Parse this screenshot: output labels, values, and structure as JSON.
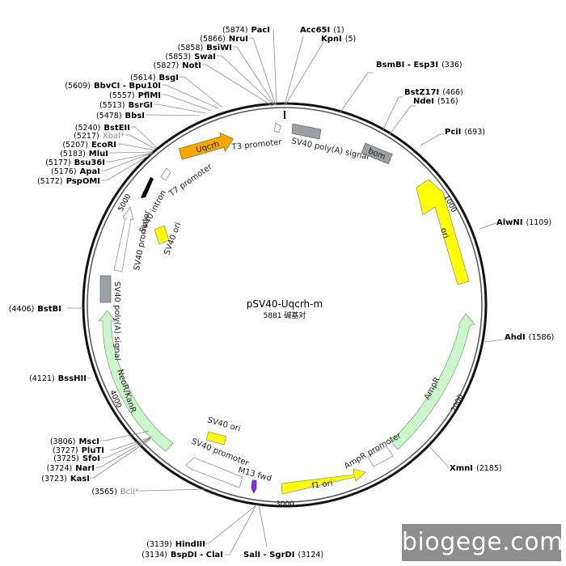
{
  "plasmid": {
    "name": "pSV40-Uqcrh-m",
    "size_label": "5881 碱基对",
    "total_bp": 5881
  },
  "enzymes": [
    {
      "name": "Acc65I",
      "pos": "(1)",
      "bp": 1,
      "side": "right"
    },
    {
      "name": "KpnI",
      "pos": "(5)",
      "bp": 5,
      "side": "right"
    },
    {
      "name": "BsmBI - Esp3I",
      "pos": "(336)",
      "bp": 336,
      "side": "right"
    },
    {
      "name": "BstZ17I",
      "pos": "(466)",
      "bp": 466,
      "side": "right"
    },
    {
      "name": "NdeI",
      "pos": "(516)",
      "bp": 516,
      "side": "right"
    },
    {
      "name": "PciI",
      "pos": "(693)",
      "bp": 693,
      "side": "right"
    },
    {
      "name": "AlwNI",
      "pos": "(1109)",
      "bp": 1109,
      "side": "right"
    },
    {
      "name": "AhdI",
      "pos": "(1586)",
      "bp": 1586,
      "side": "right"
    },
    {
      "name": "XmnI",
      "pos": "(2185)",
      "bp": 2185,
      "side": "right"
    },
    {
      "name": "SalI - SgrDI",
      "pos": "(3124)",
      "bp": 3124,
      "side": "right"
    },
    {
      "name": "HindIII",
      "pos": "(3139)",
      "bp": 3139,
      "side": "left"
    },
    {
      "name": "BspDI - ClaI",
      "pos": "(3134)",
      "bp": 3134,
      "side": "left"
    },
    {
      "name": "BclI*",
      "pos": "(3565)",
      "bp": 3565,
      "side": "left",
      "muted": true
    },
    {
      "name": "KasI",
      "pos": "(3723)",
      "bp": 3723,
      "side": "left"
    },
    {
      "name": "NarI",
      "pos": "(3724)",
      "bp": 3724,
      "side": "left"
    },
    {
      "name": "SfoI",
      "pos": "(3725)",
      "bp": 3725,
      "side": "left"
    },
    {
      "name": "PluTI",
      "pos": "(3727)",
      "bp": 3727,
      "side": "left"
    },
    {
      "name": "MscI",
      "pos": "(3806)",
      "bp": 3806,
      "side": "left"
    },
    {
      "name": "BssHII",
      "pos": "(4121)",
      "bp": 4121,
      "side": "left"
    },
    {
      "name": "BstBI",
      "pos": "(4406)",
      "bp": 4406,
      "side": "left"
    },
    {
      "name": "PspOMI",
      "pos": "(5172)",
      "bp": 5172,
      "side": "left"
    },
    {
      "name": "ApaI",
      "pos": "(5176)",
      "bp": 5176,
      "side": "left"
    },
    {
      "name": "Bsu36I",
      "pos": "(5177)",
      "bp": 5177,
      "side": "left"
    },
    {
      "name": "MluI",
      "pos": "(5183)",
      "bp": 5183,
      "side": "left"
    },
    {
      "name": "EcoRI",
      "pos": "(5207)",
      "bp": 5207,
      "side": "left"
    },
    {
      "name": "XbaI*",
      "pos": "(5217)",
      "bp": 5217,
      "side": "left",
      "muted": true
    },
    {
      "name": "BstEII",
      "pos": "(5240)",
      "bp": 5240,
      "side": "left"
    },
    {
      "name": "BbsI",
      "pos": "(5478)",
      "bp": 5478,
      "side": "left"
    },
    {
      "name": "BsrGI",
      "pos": "(5513)",
      "bp": 5513,
      "side": "left"
    },
    {
      "name": "PflMI",
      "pos": "(5557)",
      "bp": 5557,
      "side": "left"
    },
    {
      "name": "BbvCI - Bpu10I",
      "pos": "(5609)",
      "bp": 5609,
      "side": "left"
    },
    {
      "name": "BsgI",
      "pos": "(5614)",
      "bp": 5614,
      "side": "left"
    },
    {
      "name": "NotI",
      "pos": "(5827)",
      "bp": 5827,
      "side": "left"
    },
    {
      "name": "SwaI",
      "pos": "(5853)",
      "bp": 5853,
      "side": "left"
    },
    {
      "name": "BsiWI",
      "pos": "(5858)",
      "bp": 5858,
      "side": "left"
    },
    {
      "name": "NruI",
      "pos": "(5866)",
      "bp": 5866,
      "side": "left"
    },
    {
      "name": "PacI",
      "pos": "(5874)",
      "bp": 5874,
      "side": "left"
    }
  ],
  "features": [
    {
      "name": "Uqcrh",
      "color": "#f5a800"
    },
    {
      "name": "T3 promoter",
      "color": "#ffffff"
    },
    {
      "name": "SV40 poly(A) signal",
      "color": "#9aa0a6"
    },
    {
      "name": "bom",
      "color": "#9aa0a6"
    },
    {
      "name": "ori",
      "color": "#ffff00"
    },
    {
      "name": "AmpR",
      "color": "#ccf5cc"
    },
    {
      "name": "AmpR promoter",
      "color": "#ffffff"
    },
    {
      "name": "f1 ori",
      "color": "#ffff00"
    },
    {
      "name": "M13 fwd",
      "color": "#8a2be2"
    },
    {
      "name": "SV40 promoter",
      "color": "#ffffff"
    },
    {
      "name": "SV40 ori",
      "color": "#ffff00"
    },
    {
      "name": "NeoR/KanR",
      "color": "#ccf5cc"
    },
    {
      "name": "SV40 poly(A) signal",
      "color": "#9aa0a6"
    },
    {
      "name": "SV40 promoter",
      "color": "#ffffff"
    },
    {
      "name": "SV40 ori",
      "color": "#ffff00"
    },
    {
      "name": "SV40 intron",
      "color": "#000000"
    },
    {
      "name": "T7 promoter",
      "color": "#ffffff"
    }
  ],
  "ticks": [
    "1000",
    "2000",
    "3000",
    "4000",
    "5000"
  ],
  "watermark": "biogege.com"
}
